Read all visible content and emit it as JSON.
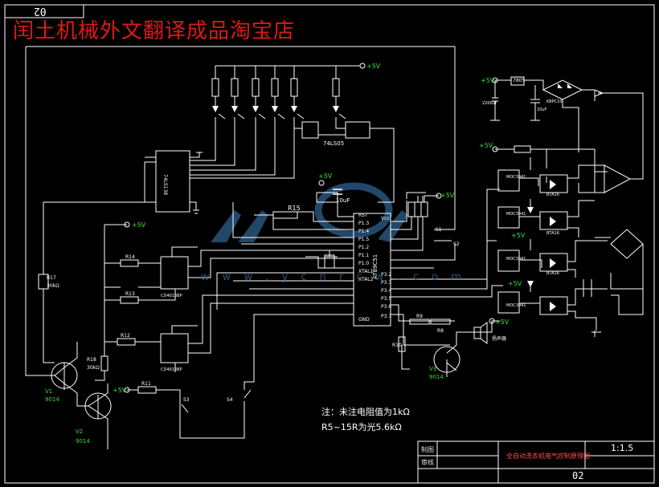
{
  "banner_text": "闰土机械外文翻译成品淘宝店",
  "sheet_code_top": "02",
  "watermark_url": "w w w . y c n r c w . c o m",
  "power_labels": {
    "vcc_top": "+5V",
    "vcc_left": "+5V",
    "vcc_mid": "+5V",
    "vcc_right1": "+5V",
    "vcc_right2": "+5V",
    "vcc_bottom": "+5V",
    "vcc_speaker": "+5V",
    "vcc_r_extra1": "+5V",
    "vcc_r_extra2": "+5V",
    "vcc_r_extra3": "+5V"
  },
  "components": {
    "decoder": "74LS138",
    "nand_gate": "74LS05",
    "mcu": "AT89C51",
    "cap_10uf": "10uF",
    "r15": "R15",
    "r17": "R17",
    "r17_val": "30kΩ",
    "r18": "R18",
    "r18_val": "30kΩ",
    "r14": "R14",
    "r13": "R13",
    "r12": "R12",
    "r11": "R11",
    "r9": "R9",
    "r10": "R10",
    "r8": "R8",
    "v1": "V1",
    "v1_type": "9014",
    "v2": "V2",
    "v2_type": "9014",
    "v3": "V3",
    "v3_type": "9014",
    "s1": "S1",
    "s2": "S2",
    "s3": "S3",
    "s4": "S4",
    "cd4013a": "CD4013BP",
    "cd4013b": "CD4013BP",
    "opto1": "MOC3041",
    "opto2": "MOC3041",
    "opto3": "MOC3041",
    "opto4": "MOC3041",
    "triac1": "BTA16",
    "triac2": "BTA16",
    "triac3": "BTA16",
    "regulator": "7805",
    "bridge": "KBPC10",
    "cap_2200": "2200uF",
    "cap_33": "33uF",
    "speaker": "扬声器"
  },
  "pin_labels": {
    "p37": "P3.7",
    "p36": "P3.6",
    "p35": "P3.5",
    "p34": "P3.4",
    "p33": "P3.3",
    "p32": "P3.2",
    "p15": "P1.5",
    "p14": "P1.4",
    "p13": "P1.3",
    "p12": "P1.2",
    "p11": "P1.1",
    "p10": "P1.0",
    "vcc": "Vcc",
    "gnd": "GND",
    "xtal1": "XTAL1",
    "xtal2": "XTAL2",
    "rst": "RST"
  },
  "notes": {
    "line1": "注：未注电阻值为1kΩ",
    "line2": "R5~15R为光5.6kΩ"
  },
  "title_block": {
    "row1_label": "制图",
    "row2_label": "审核",
    "title": "全自动洗衣机电气控制原理图",
    "scale": "1:1.5",
    "sheet_no": "02"
  },
  "colors": {
    "background": "#000000",
    "wire": "#ffffff",
    "label_green": "#32e032",
    "banner_red": "#e01818",
    "watermark_blue": "#3b6e9a"
  }
}
